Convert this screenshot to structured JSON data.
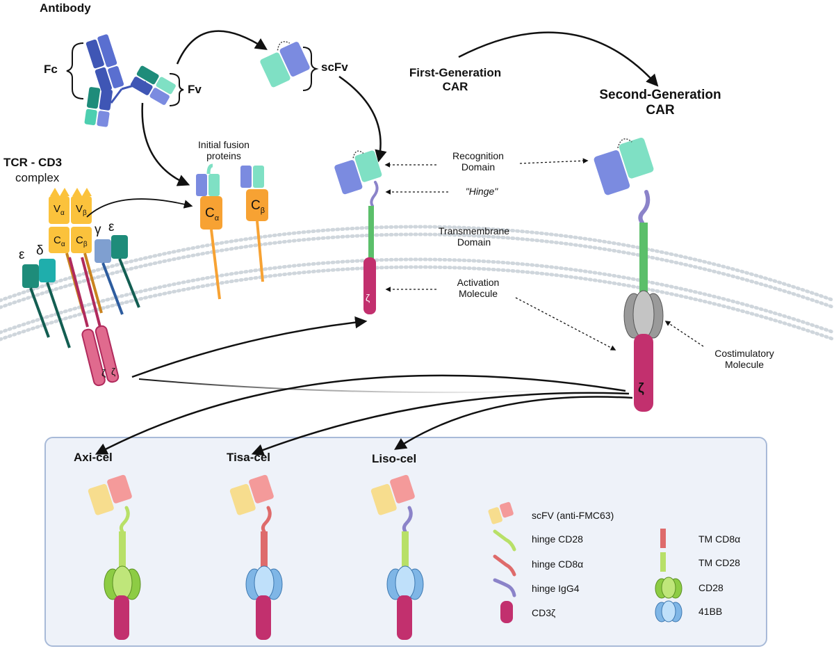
{
  "labels": {
    "antibody": "Antibody",
    "fc": "Fc",
    "fv": "Fv",
    "scfv": "scFv",
    "first_gen": "First-Generation\nCAR",
    "second_gen": "Second-Generation\nCAR",
    "tcr_title": "TCR - CD3",
    "tcr_sub": "complex",
    "initial_fusion": "Initial  fusion\nproteins",
    "recognition": "Recognition\nDomain",
    "hinge": "\"Hinge\"",
    "transmembrane": "Transmembrane\nDomain",
    "activation": "Activation\nMolecule",
    "costimulatory": "Costimulatory\nMolecule"
  },
  "tcr_glyphs": {
    "v_alpha": "V",
    "v_alpha_sub": "α",
    "v_beta": "V",
    "v_beta_sub": "β",
    "c_alpha": "C",
    "c_alpha_sub": "α",
    "c_beta": "C",
    "c_beta_sub": "β",
    "epsilon": "ε",
    "delta": "δ",
    "gamma": "γ",
    "zeta": "ζ"
  },
  "products": [
    {
      "name": "Axi-cel"
    },
    {
      "name": "Tisa-cel"
    },
    {
      "name": "Liso-cel"
    }
  ],
  "legend": [
    {
      "label": "scFV (anti-FMC63)"
    },
    {
      "label": "hinge CD28"
    },
    {
      "label": "hinge CD8α"
    },
    {
      "label": "hinge IgG4"
    },
    {
      "label": "CD3ζ"
    },
    {
      "label": "TM CD8α"
    },
    {
      "label": "TM CD28"
    },
    {
      "label": "CD28"
    },
    {
      "label": "41BB"
    }
  ],
  "colors": {
    "blue_domain": "#7b8be0",
    "teal_domain": "#7fe0c4",
    "orange": "#f7a233",
    "magenta": "#c2306e",
    "green_tm": "#5bbf6a",
    "grey_costim": "#a9a9a9",
    "yellow_scfv": "#f7dd8e",
    "pink_scfv": "#f49a9a",
    "lime": "#b8e068",
    "red_tm": "#de6b6b",
    "purple_hinge": "#8b83c9",
    "light_blue": "#a9d4f5",
    "box_border": "#a8bad8"
  }
}
